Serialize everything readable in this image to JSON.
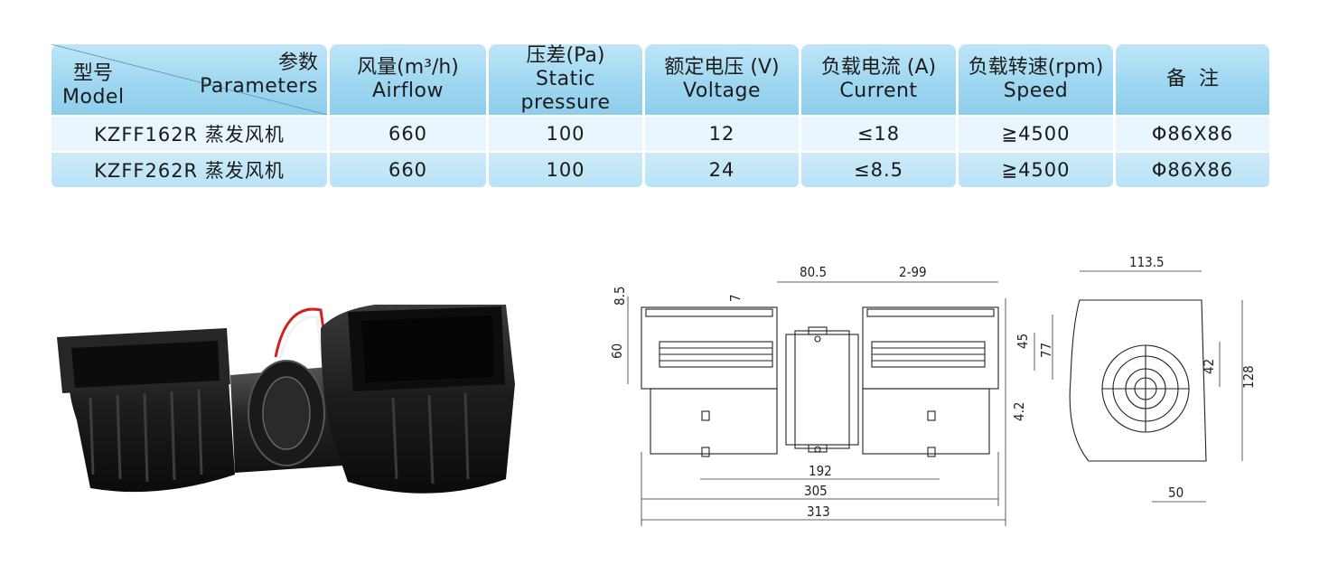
{
  "table": {
    "header": {
      "params_zh": "参数",
      "params_en": "Parameters",
      "model_zh": "型号",
      "model_en": "Model",
      "columns": [
        {
          "zh": "风量(m³/h)",
          "en": "Airflow"
        },
        {
          "zh": "压差(Pa)",
          "en": "Static pressure"
        },
        {
          "zh": "额定电压 (V)",
          "en": "Voltage"
        },
        {
          "zh": "负载电流 (A)",
          "en": "Current"
        },
        {
          "zh": "负载转速(rpm)",
          "en": "Speed"
        },
        {
          "zh": "备  注",
          "en": ""
        }
      ]
    },
    "rows": [
      {
        "model": "KZFF162R 蒸发风机",
        "airflow": "660",
        "pressure": "100",
        "voltage": "12",
        "current": "≤18",
        "speed": "≧4500",
        "note": "Φ86X86"
      },
      {
        "model": "KZFF262R 蒸发风机",
        "airflow": "660",
        "pressure": "100",
        "voltage": "24",
        "current": "≤8.5",
        "speed": "≧4500",
        "note": "Φ86X86"
      }
    ]
  },
  "drawing": {
    "dims": {
      "d8_5": "8.5",
      "d60": "60",
      "d7": "7",
      "d80_5": "80.5",
      "d2_99": "2-99",
      "d45": "45",
      "d77": "77",
      "d4_2": "4.2",
      "d192": "192",
      "d305": "305",
      "d313": "313",
      "d113_5": "113.5",
      "d42": "42",
      "d128": "128",
      "d50": "50"
    }
  }
}
